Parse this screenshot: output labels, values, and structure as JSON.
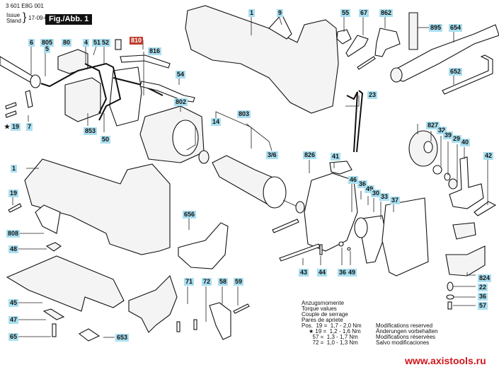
{
  "header": {
    "part_number": "3 601 E8G 001",
    "issue_label": "Issue",
    "stand_label": "Stand",
    "issue_date": "17-09-05",
    "figure_label": "Fig./Abb. 1"
  },
  "colors": {
    "label_bg": "#a9dff0",
    "highlight_label_bg": "#c0392b",
    "watermark": "#d0161b"
  },
  "callouts": [
    {
      "id": "6",
      "text": "6"
    },
    {
      "id": "805",
      "text": "805"
    },
    {
      "id": "5",
      "text": "5"
    },
    {
      "id": "80",
      "text": "80"
    },
    {
      "id": "4",
      "text": "4"
    },
    {
      "id": "51",
      "text": "51"
    },
    {
      "id": "52",
      "text": "52"
    },
    {
      "id": "810",
      "text": "810",
      "highlighted": true
    },
    {
      "id": "816",
      "text": "816"
    },
    {
      "id": "1a",
      "text": "1"
    },
    {
      "id": "9",
      "text": "9"
    },
    {
      "id": "55",
      "text": "55"
    },
    {
      "id": "67",
      "text": "67"
    },
    {
      "id": "862",
      "text": "862"
    },
    {
      "id": "895",
      "text": "895"
    },
    {
      "id": "654",
      "text": "654"
    },
    {
      "id": "652",
      "text": "652"
    },
    {
      "id": "54",
      "text": "54"
    },
    {
      "id": "23",
      "text": "23"
    },
    {
      "id": "19a",
      "text": "19"
    },
    {
      "id": "7",
      "text": "7"
    },
    {
      "id": "853",
      "text": "853"
    },
    {
      "id": "50",
      "text": "50"
    },
    {
      "id": "802",
      "text": "802"
    },
    {
      "id": "803",
      "text": "803"
    },
    {
      "id": "14",
      "text": "14"
    },
    {
      "id": "3_6",
      "text": "3/6"
    },
    {
      "id": "826",
      "text": "826"
    },
    {
      "id": "41",
      "text": "41"
    },
    {
      "id": "46",
      "text": "46"
    },
    {
      "id": "36a",
      "text": "36"
    },
    {
      "id": "49a",
      "text": "49"
    },
    {
      "id": "30",
      "text": "30"
    },
    {
      "id": "33",
      "text": "33"
    },
    {
      "id": "37",
      "text": "37"
    },
    {
      "id": "827",
      "text": "827"
    },
    {
      "id": "32",
      "text": "32"
    },
    {
      "id": "39",
      "text": "39"
    },
    {
      "id": "29",
      "text": "29"
    },
    {
      "id": "40",
      "text": "40"
    },
    {
      "id": "42",
      "text": "42"
    },
    {
      "id": "1b",
      "text": "1"
    },
    {
      "id": "19b",
      "text": "19"
    },
    {
      "id": "808",
      "text": "808"
    },
    {
      "id": "48",
      "text": "48"
    },
    {
      "id": "656",
      "text": "656"
    },
    {
      "id": "43",
      "text": "43"
    },
    {
      "id": "44",
      "text": "44"
    },
    {
      "id": "36b",
      "text": "36"
    },
    {
      "id": "49b",
      "text": "49"
    },
    {
      "id": "824",
      "text": "824"
    },
    {
      "id": "22",
      "text": "22"
    },
    {
      "id": "36c",
      "text": "36"
    },
    {
      "id": "57",
      "text": "57"
    },
    {
      "id": "45",
      "text": "45"
    },
    {
      "id": "47",
      "text": "47"
    },
    {
      "id": "65",
      "text": "65"
    },
    {
      "id": "653",
      "text": "653"
    },
    {
      "id": "71",
      "text": "71"
    },
    {
      "id": "72",
      "text": "72"
    },
    {
      "id": "58",
      "text": "58"
    },
    {
      "id": "59",
      "text": "59"
    }
  ],
  "torque": {
    "titles": [
      "Anzugsmomente",
      "Torque values",
      "Couple de serrage",
      "Pares de apriete"
    ],
    "rows": [
      "Pos.  19 =  1,7 - 2,0 Nm",
      "★ 19 =  1,2 - 1,6 Nm",
      "       57 =  1,3 - 1,7 Nm",
      "       72 =  1,0 - 1,3 Nm"
    ]
  },
  "modifications": [
    "Modifications reserved",
    "Änderungen vorbehalten",
    "Modifications réservées",
    "Salvo modificaciones"
  ],
  "watermark": "www.axistools.ru"
}
